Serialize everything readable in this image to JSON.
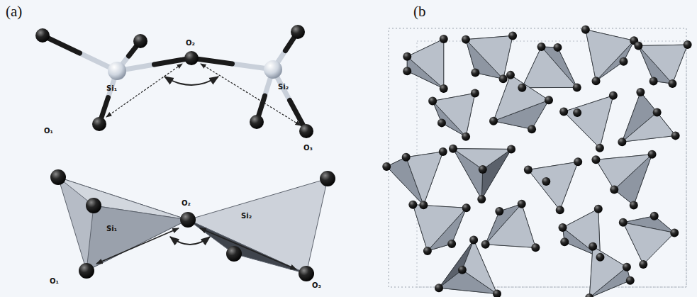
{
  "diagram": {
    "labels": [
      "(a)",
      "O₂",
      "Si₁",
      "Si₂",
      "O₁",
      "O₃",
      "O₂",
      "Si₁",
      "Si₂",
      "O₁",
      "O₃",
      "(b"
    ]
  }
}
